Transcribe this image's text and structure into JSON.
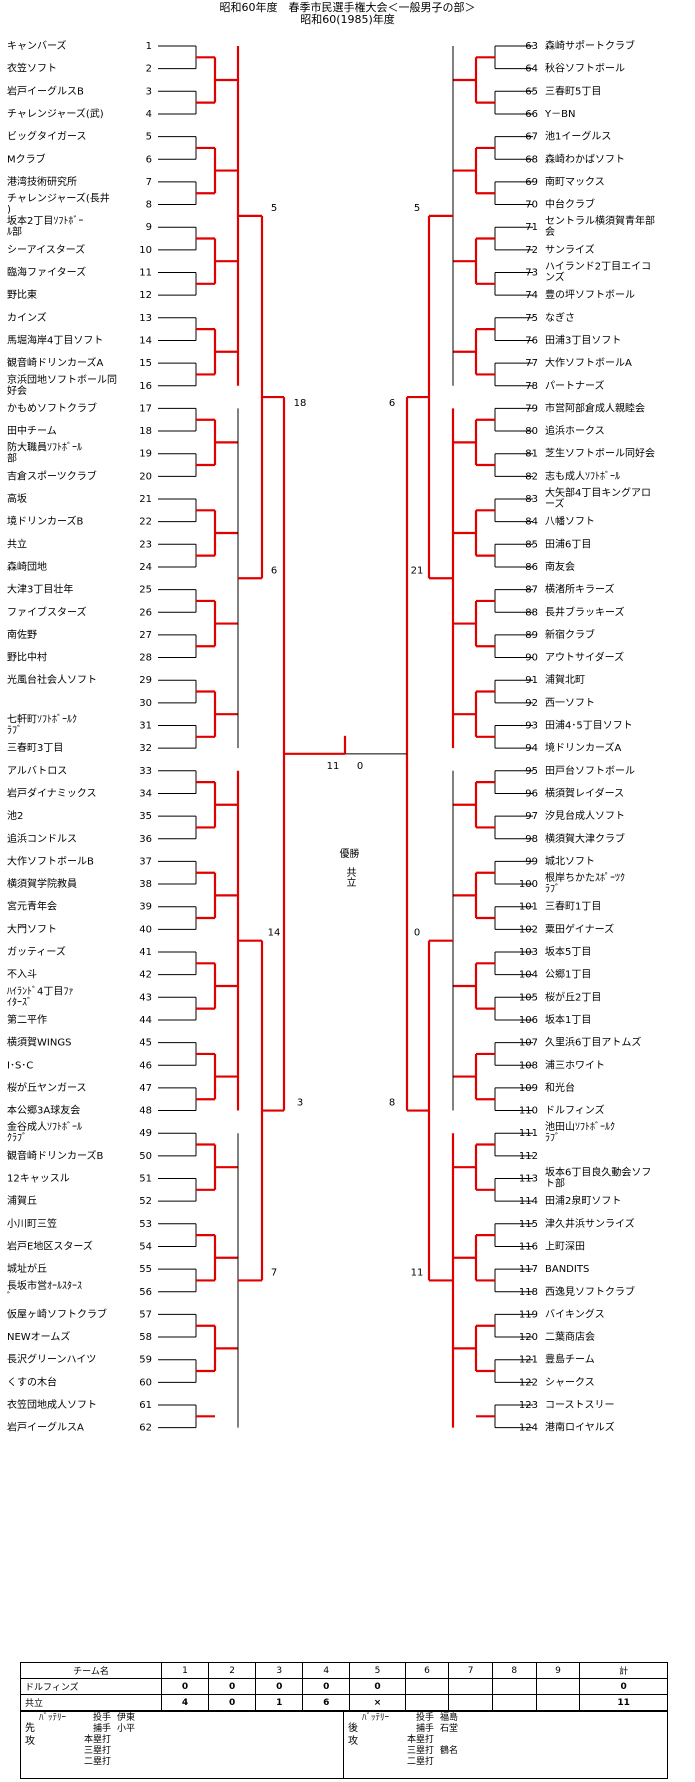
{
  "header": {
    "line1": "昭和60年度　春季市民選手権大会＜一般男子の部＞",
    "line2": "昭和60(1985)年度"
  },
  "bracket": {
    "teams_left": [
      {
        "no": "1",
        "name": "キャンバーズ"
      },
      {
        "no": "2",
        "name": "衣笠ソフト"
      },
      {
        "no": "3",
        "name": "岩戸イーグルスB"
      },
      {
        "no": "4",
        "name": "チャレンジャーズ(武)"
      },
      {
        "no": "5",
        "name": "ビッグタイガース"
      },
      {
        "no": "6",
        "name": "Mクラブ"
      },
      {
        "no": "7",
        "name": "港湾技術研究所"
      },
      {
        "no": "8",
        "name": "チャレンジャーズ(長井)"
      },
      {
        "no": "9",
        "name": "坂本2丁目ｿﾌﾄﾎﾞｰﾙ部"
      },
      {
        "no": "10",
        "name": "シーアイスターズ"
      },
      {
        "no": "11",
        "name": "臨海ファイターズ"
      },
      {
        "no": "12",
        "name": "野比東"
      },
      {
        "no": "13",
        "name": "カインズ"
      },
      {
        "no": "14",
        "name": "馬堀海岸4丁目ソフト"
      },
      {
        "no": "15",
        "name": "観音崎ドリンカーズA"
      },
      {
        "no": "16",
        "name": "京浜団地ソフトボール同好会"
      },
      {
        "no": "17",
        "name": "かもめソフトクラブ"
      },
      {
        "no": "18",
        "name": "田中チーム"
      },
      {
        "no": "19",
        "name": "防大職員ｿﾌﾄﾎﾞｰﾙ部"
      },
      {
        "no": "20",
        "name": "吉倉スポーツクラブ"
      },
      {
        "no": "21",
        "name": "高坂"
      },
      {
        "no": "22",
        "name": "境ドリンカーズB"
      },
      {
        "no": "23",
        "name": "共立"
      },
      {
        "no": "24",
        "name": "森崎団地"
      },
      {
        "no": "25",
        "name": "大津3丁目壮年"
      },
      {
        "no": "26",
        "name": "ファイブスターズ"
      },
      {
        "no": "27",
        "name": "南佐野"
      },
      {
        "no": "28",
        "name": "野比中村"
      },
      {
        "no": "29",
        "name": "光風台社会人ソフト"
      },
      {
        "no": "30",
        "name": ""
      },
      {
        "no": "31",
        "name": "七軒町ｿﾌﾄﾎﾞｰﾙｸﾗﾌﾞ"
      },
      {
        "no": "32",
        "name": "三春町3丁目"
      },
      {
        "no": "33",
        "name": "アルバトロス"
      },
      {
        "no": "34",
        "name": "岩戸ダイナミックス"
      },
      {
        "no": "35",
        "name": "池2"
      },
      {
        "no": "36",
        "name": "追浜コンドルス"
      },
      {
        "no": "37",
        "name": "大作ソフトボールB"
      },
      {
        "no": "38",
        "name": "横須賀学院教員"
      },
      {
        "no": "39",
        "name": "宮元青年会"
      },
      {
        "no": "40",
        "name": "大門ソフト"
      },
      {
        "no": "41",
        "name": "ガッティーズ"
      },
      {
        "no": "42",
        "name": "不入斗"
      },
      {
        "no": "43",
        "name": "ﾊｲﾗﾝﾄﾞ4丁目ﾌｧｲﾀｰｽﾞ"
      },
      {
        "no": "44",
        "name": "第二平作"
      },
      {
        "no": "45",
        "name": "横須賀WINGS"
      },
      {
        "no": "46",
        "name": "I･S･C"
      },
      {
        "no": "47",
        "name": "桜が丘ヤンガース"
      },
      {
        "no": "48",
        "name": "本公郷3A球友会"
      },
      {
        "no": "49",
        "name": "金谷成人ｿﾌﾄﾎﾞｰﾙｸﾗﾌﾞ"
      },
      {
        "no": "50",
        "name": "観音崎ドリンカーズB"
      },
      {
        "no": "51",
        "name": "12キャッスル"
      },
      {
        "no": "52",
        "name": "浦賀丘"
      },
      {
        "no": "53",
        "name": "小川町三笠"
      },
      {
        "no": "54",
        "name": "岩戸E地区スターズ"
      },
      {
        "no": "55",
        "name": "城址が丘"
      },
      {
        "no": "56",
        "name": "長坂市営ｵｰﾙｽﾀｰｽﾞ"
      },
      {
        "no": "57",
        "name": "仮屋ヶ崎ソフトクラブ"
      },
      {
        "no": "58",
        "name": "NEWオームズ"
      },
      {
        "no": "59",
        "name": "長沢グリーンハイツ"
      },
      {
        "no": "60",
        "name": "くすの木台"
      },
      {
        "no": "61",
        "name": "衣笠団地成人ソフト"
      },
      {
        "no": "62",
        "name": "岩戸イーグルスA"
      }
    ],
    "teams_right": [
      {
        "no": "63",
        "name": "森崎サポートクラブ"
      },
      {
        "no": "64",
        "name": "秋谷ソフトボール"
      },
      {
        "no": "65",
        "name": "三春町5丁目"
      },
      {
        "no": "66",
        "name": "Y－BN"
      },
      {
        "no": "67",
        "name": "池1イーグルス"
      },
      {
        "no": "68",
        "name": "森崎わかばソフト"
      },
      {
        "no": "69",
        "name": "南町マックス"
      },
      {
        "no": "70",
        "name": "中台クラブ"
      },
      {
        "no": "71",
        "name": "セントラル横須賀青年部会"
      },
      {
        "no": "72",
        "name": "サンライズ"
      },
      {
        "no": "73",
        "name": "ハイランド2丁目エイコンズ"
      },
      {
        "no": "74",
        "name": "豊の坪ソフトボール"
      },
      {
        "no": "75",
        "name": "なぎさ"
      },
      {
        "no": "76",
        "name": "田浦3丁目ソフト"
      },
      {
        "no": "77",
        "name": "大作ソフトボールA"
      },
      {
        "no": "78",
        "name": "パートナーズ"
      },
      {
        "no": "79",
        "name": "市営阿部倉成人親睦会"
      },
      {
        "no": "80",
        "name": "追浜ホークス"
      },
      {
        "no": "81",
        "name": "芝生ソフトボール同好会"
      },
      {
        "no": "82",
        "name": "志も成人ｿﾌﾄﾎﾞｰﾙ"
      },
      {
        "no": "83",
        "name": "大矢部4丁目キングアローズ"
      },
      {
        "no": "84",
        "name": "八幡ソフト"
      },
      {
        "no": "85",
        "name": "田浦6丁目"
      },
      {
        "no": "86",
        "name": "南友会"
      },
      {
        "no": "87",
        "name": "横渚所キラーズ"
      },
      {
        "no": "88",
        "name": "長井ブラッキーズ"
      },
      {
        "no": "89",
        "name": "新宿クラブ"
      },
      {
        "no": "90",
        "name": "アウトサイダーズ"
      },
      {
        "no": "91",
        "name": "浦賀北町"
      },
      {
        "no": "92",
        "name": "西一ソフト"
      },
      {
        "no": "93",
        "name": "田浦4･5丁目ソフト"
      },
      {
        "no": "94",
        "name": "境ドリンカーズA"
      },
      {
        "no": "95",
        "name": "田戸台ソフトボール"
      },
      {
        "no": "96",
        "name": "横須賀レイダース"
      },
      {
        "no": "97",
        "name": "汐見台成人ソフト"
      },
      {
        "no": "98",
        "name": "横須賀大津クラブ"
      },
      {
        "no": "99",
        "name": "城北ソフト"
      },
      {
        "no": "100",
        "name": "根岸ちかたｽﾎﾟｰﾂｸﾗﾌﾞ"
      },
      {
        "no": "101",
        "name": "三春町1丁目"
      },
      {
        "no": "102",
        "name": "粟田ゲイナーズ"
      },
      {
        "no": "103",
        "name": "坂本5丁目"
      },
      {
        "no": "104",
        "name": "公郷1丁目"
      },
      {
        "no": "105",
        "name": "桜が丘2丁目"
      },
      {
        "no": "106",
        "name": "坂本1丁目"
      },
      {
        "no": "107",
        "name": "久里浜6丁目アトムズ"
      },
      {
        "no": "108",
        "name": "浦三ホワイト"
      },
      {
        "no": "109",
        "name": "和光台"
      },
      {
        "no": "110",
        "name": "ドルフィンズ"
      },
      {
        "no": "111",
        "name": "池田山ｿﾌﾄﾎﾞｰﾙｸﾗﾌﾞ"
      },
      {
        "no": "112",
        "name": ""
      },
      {
        "no": "113",
        "name": "坂本6丁目良久動会ソフト部"
      },
      {
        "no": "114",
        "name": "田浦2泉町ソフト"
      },
      {
        "no": "115",
        "name": "津久井浜サンライズ"
      },
      {
        "no": "116",
        "name": "上町深田"
      },
      {
        "no": "117",
        "name": "BANDITS"
      },
      {
        "no": "118",
        "name": "西逸見ソフトクラブ"
      },
      {
        "no": "119",
        "name": "バイキングス"
      },
      {
        "no": "120",
        "name": "二葉商店会"
      },
      {
        "no": "121",
        "name": "豊島チーム"
      },
      {
        "no": "122",
        "name": "シャークス"
      },
      {
        "no": "123",
        "name": "コーストスリー"
      },
      {
        "no": "124",
        "name": "港南ロイヤルズ"
      }
    ],
    "final": {
      "left_score": "11",
      "right_score": "0",
      "champion_label": "優勝",
      "champion": "共立"
    },
    "semi": {
      "left_top": "18",
      "left_bottom": "3",
      "right_top": "6",
      "right_bottom": "8"
    },
    "quarter": {
      "left": [
        "5",
        "6",
        "14",
        "7"
      ],
      "right": [
        "5",
        "21",
        "0",
        "11"
      ]
    }
  },
  "linescore": {
    "header": [
      "チーム名",
      "1",
      "2",
      "3",
      "4",
      "5",
      "6",
      "7",
      "8",
      "9",
      "計"
    ],
    "rows": [
      {
        "team": "ドルフィンズ",
        "innings": [
          "0",
          "0",
          "0",
          "0",
          "0",
          "",
          "",
          "",
          ""
        ],
        "total": "0"
      },
      {
        "team": "共立",
        "innings": [
          "4",
          "0",
          "1",
          "6",
          "×",
          "",
          "",
          "",
          ""
        ],
        "total": "11"
      }
    ]
  },
  "batting": {
    "left": {
      "side": "先攻",
      "battery_label": "ﾊﾞｯﾃﾘｰ",
      "pitcher_label": "投手",
      "pitcher": "伊東",
      "catcher_label": "捕手",
      "catcher": "小平",
      "hr_label": "本塁打",
      "hr": "",
      "triple_label": "三塁打",
      "triple": "",
      "double_label": "二塁打",
      "double": ""
    },
    "right": {
      "side": "後攻",
      "battery_label": "ﾊﾞｯﾃﾘｰ",
      "pitcher_label": "投手",
      "pitcher": "福島",
      "catcher_label": "捕手",
      "catcher": "石堂",
      "hr_label": "本塁打",
      "hr": "",
      "triple_label": "三塁打",
      "triple": "鶴名",
      "double_label": "二塁打",
      "double": ""
    }
  },
  "colors": {
    "winner_line": "#e00000",
    "line": "#000000"
  }
}
